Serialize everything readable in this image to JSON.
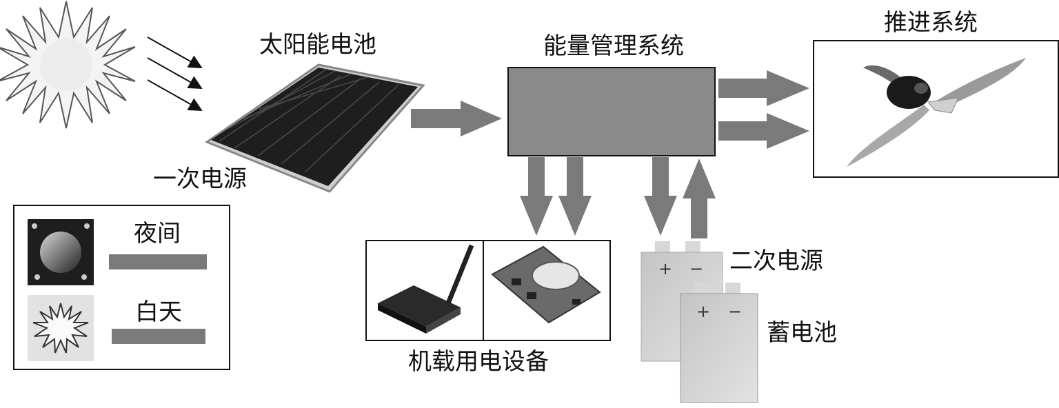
{
  "labels": {
    "solar_cell": "太阳能电池",
    "primary_power": "一次电源",
    "energy_management": "能量管理系统",
    "propulsion": "推进系统",
    "onboard_equipment": "机载用电设备",
    "secondary_power": "二次电源",
    "battery": "蓄电池"
  },
  "legend": {
    "night": "夜间",
    "day": "白天"
  },
  "colors": {
    "arrow": "#7a7a7a",
    "box": "#8a8a8a",
    "border": "#111111",
    "panel": "#1c1c1c",
    "battery": "#cfcfcf"
  }
}
